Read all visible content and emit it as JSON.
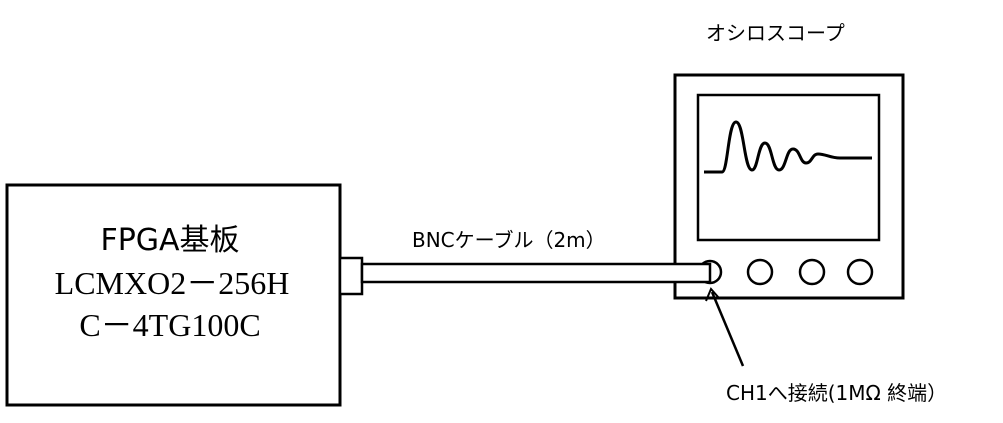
{
  "oscilloscope": {
    "label": "オシロスコープ"
  },
  "fpga_board": {
    "title": "FPGA基板",
    "part_line1": "LCMXO2－256H",
    "part_line2": "C－4TG100C"
  },
  "cable": {
    "label": "BNCケーブル（2m）"
  },
  "annotation": {
    "label": "CH1へ接続(1MΩ 終端）"
  }
}
